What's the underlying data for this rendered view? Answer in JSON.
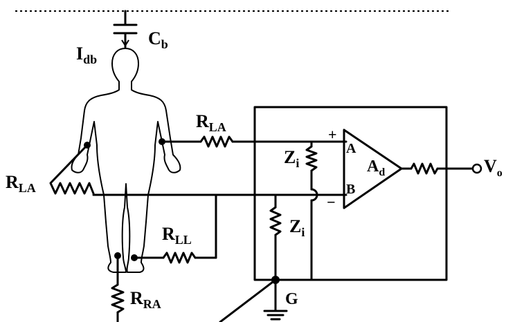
{
  "labels": {
    "ground_shield": "",
    "cb_main": "C",
    "cb_sub": "b",
    "idb_main": "I",
    "idb_sub": "db",
    "rla_top_main": "R",
    "rla_top_sub": "LA",
    "rla_left_main": "R",
    "rla_left_sub": "LA",
    "rll_main": "R",
    "rll_sub": "LL",
    "rra_main": "R",
    "rra_sub": "RA",
    "zi_upper_main": "Z",
    "zi_upper_sub": "i",
    "zi_lower_main": "Z",
    "zi_lower_sub": "i",
    "input_a": "A",
    "input_b": "B",
    "plus": "+",
    "minus": "−",
    "ad_main": "A",
    "ad_sub": "d",
    "vo_main": "V",
    "vo_sub": "o",
    "ground_label": "G"
  },
  "icons": {
    "body": "human-body-outline-icon",
    "capacitor": "capacitor-icon",
    "resistor": "resistor-icon",
    "amplifier": "op-amp-triangle-icon",
    "ground": "ground-symbol-icon"
  }
}
